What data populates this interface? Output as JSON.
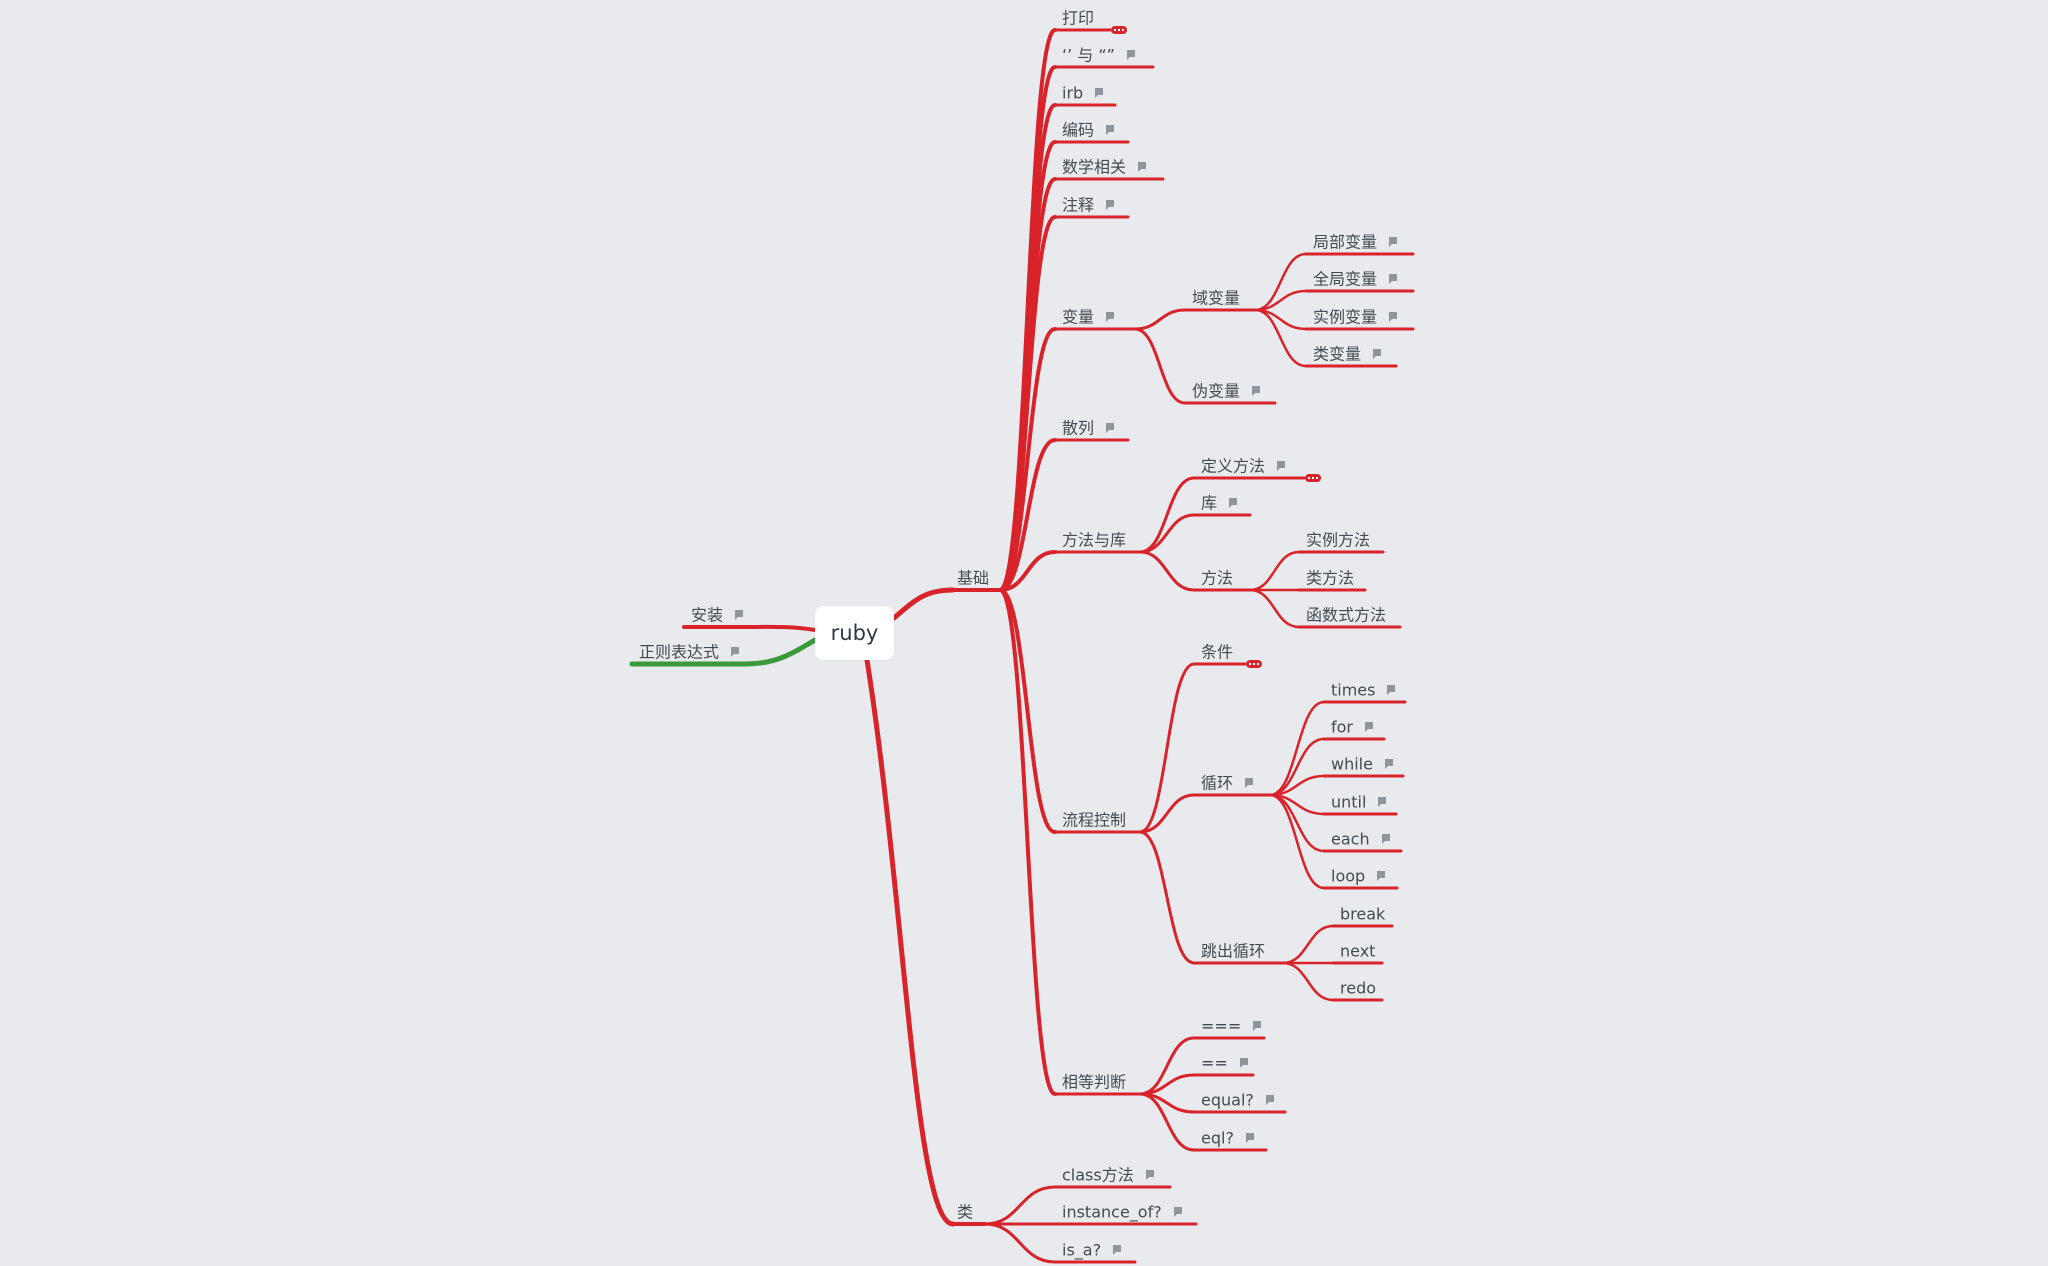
{
  "root": {
    "label": "ruby"
  },
  "colors": {
    "main_branch": "#d8232a",
    "green_branch": "#3a9a3a",
    "background": "#e8eaed",
    "text": "#444b52"
  },
  "icons": {
    "note": "note-icon",
    "collapsed": "collapsed-ellipsis-icon"
  },
  "nodes": {
    "install": "安装",
    "regex": "正则表达式",
    "basics": "基础",
    "print": "打印",
    "quotes": "‘’ 与 “”",
    "irb": "irb",
    "encoding": "编码",
    "math": "数学相关",
    "comments": "注释",
    "variables": "变量",
    "scope_vars": "域变量",
    "local_var": "局部变量",
    "global_var": "全局变量",
    "instance_var": "实例变量",
    "class_var": "类变量",
    "pseudo_vars": "伪变量",
    "hash": "散列",
    "methods_libs": "方法与库",
    "define_method": "定义方法",
    "library": "库",
    "method": "方法",
    "instance_method": "实例方法",
    "class_method": "类方法",
    "function_method": "函数式方法",
    "flow_control": "流程控制",
    "condition": "条件",
    "loop": "循环",
    "times": "times",
    "for": "for",
    "while": "while",
    "until": "until",
    "each": "each",
    "loop_kw": "loop",
    "break_loop": "跳出循环",
    "break": "break",
    "next": "next",
    "redo": "redo",
    "equality": "相等判断",
    "triple_eq": "===",
    "double_eq": "==",
    "equal_q": "equal?",
    "eql_q": "eql?",
    "class": "类",
    "class_m": "class方法",
    "instance_of": "instance_of?",
    "is_a": "is_a?"
  }
}
